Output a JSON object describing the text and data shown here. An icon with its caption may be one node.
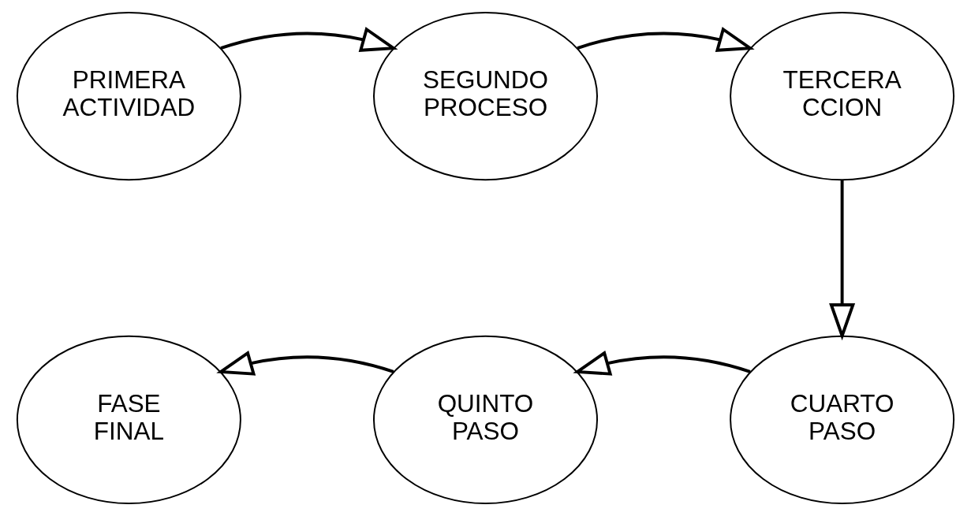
{
  "diagram": {
    "nodes": [
      {
        "text": [
          "PRIMERA ACTIVIDAD"
        ]
      },
      {
        "text": [
          "SEGUNDO PROCESO"
        ]
      },
      {
        "text": [
          "TERCERA CCION"
        ]
      },
      {
        "text": [
          "FASE FINAL"
        ]
      },
      {
        "text": [
          "QUINTO PASO"
        ]
      },
      {
        "text": [
          "CUARTO PASO"
        ]
      }
    ],
    "edges": [
      {
        "from": 0,
        "to": 1,
        "arrow": "to"
      },
      {
        "from": 1,
        "to": 2,
        "arrow": "to"
      },
      {
        "from": 2,
        "to": 5,
        "arrow": "to"
      },
      {
        "from": 5,
        "to": 4,
        "arrow": "to"
      },
      {
        "from": 4,
        "to": 3,
        "arrow": "to"
      }
    ]
  }
}
